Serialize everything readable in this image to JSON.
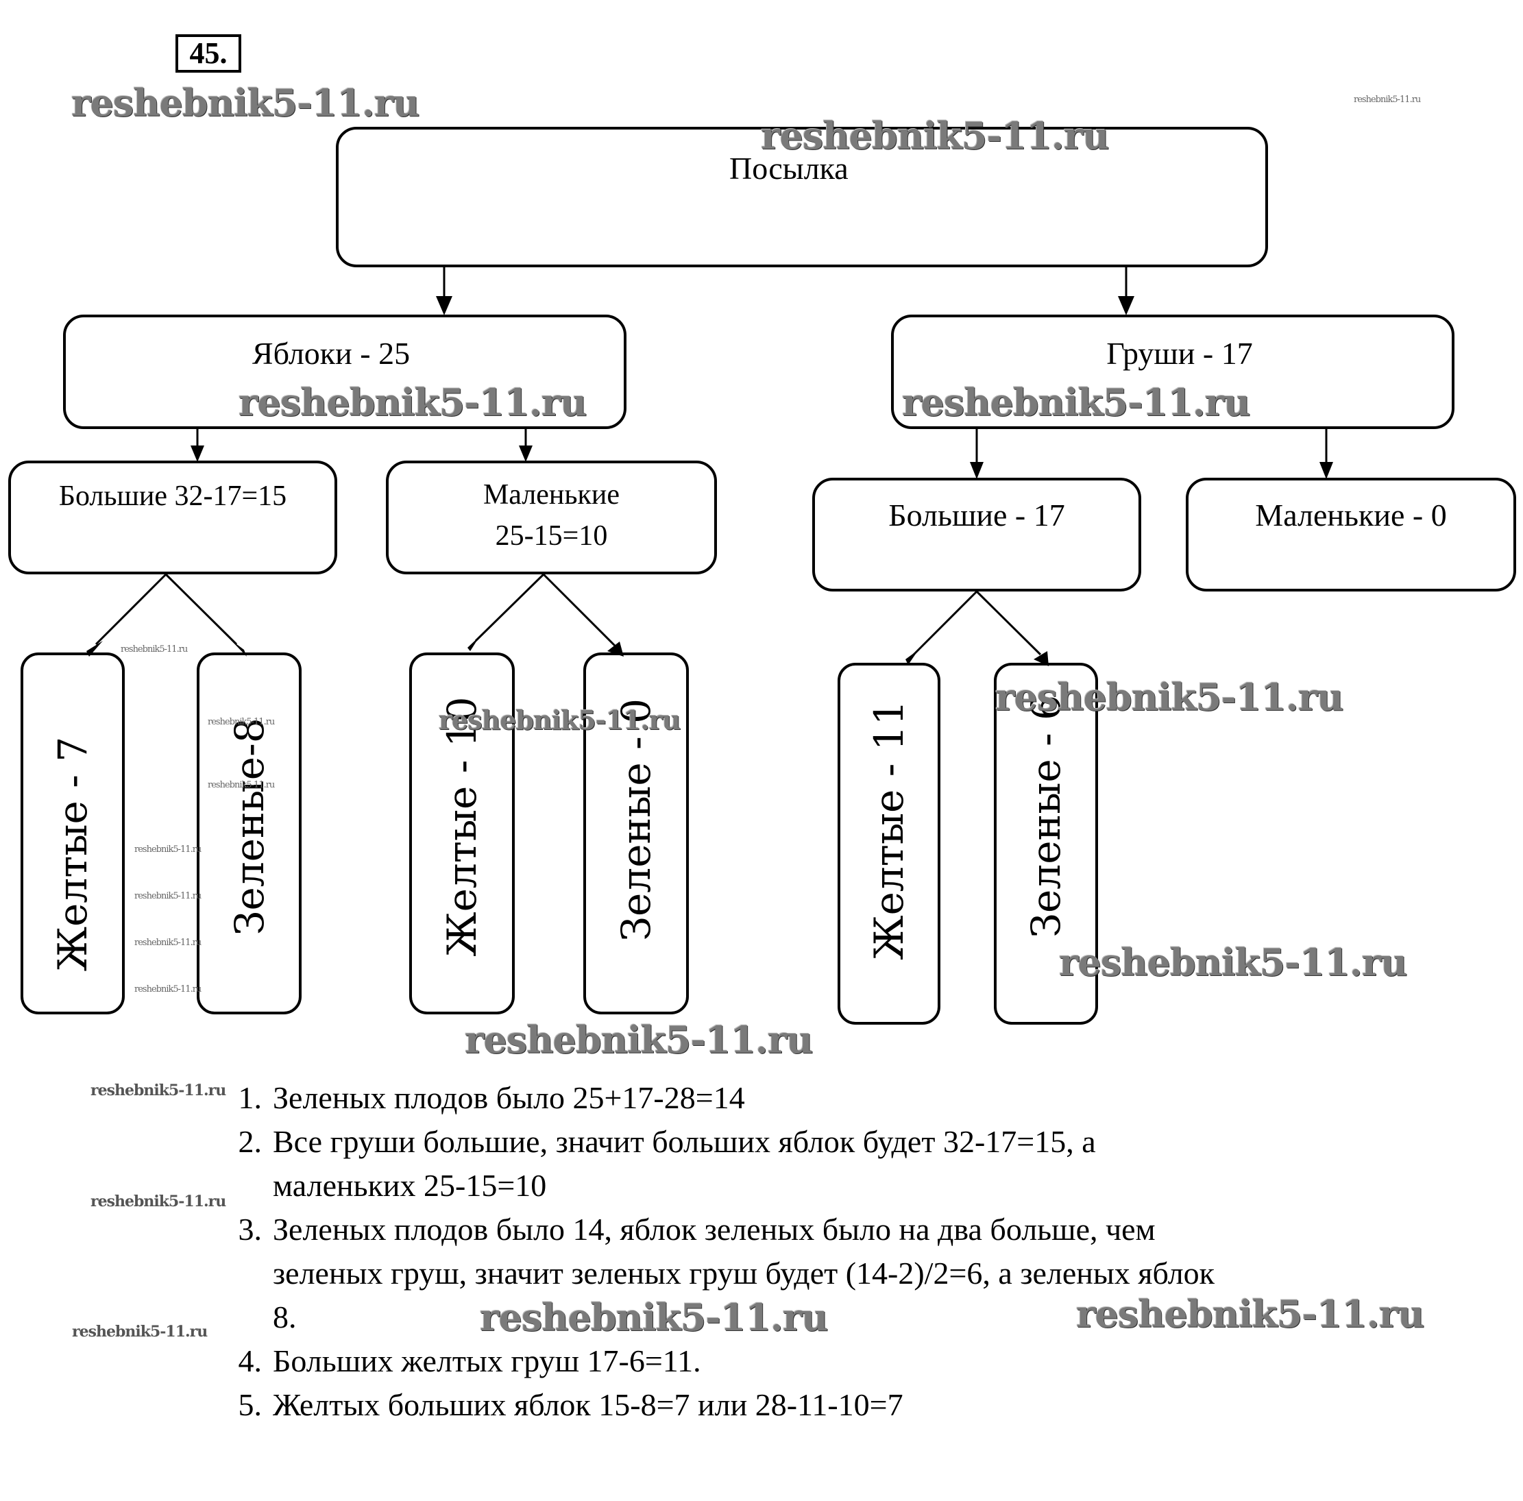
{
  "problem_number": "45.",
  "watermark": "reshebnik5-11.ru",
  "tree": {
    "root": {
      "label": "Посылка"
    },
    "level1": [
      {
        "label": "Яблоки - 25"
      },
      {
        "label": "Груши - 17"
      }
    ],
    "level2": [
      {
        "label": "Большие  32-17=15"
      },
      {
        "label_line1": "Маленькие",
        "label_line2": "25-15=10"
      },
      {
        "label": "Большие - 17"
      },
      {
        "label": "Маленькие - 0"
      }
    ],
    "leaves": [
      {
        "label": "Желтые - 7"
      },
      {
        "label": "Зеленые-8"
      },
      {
        "label": "Желтые - 10"
      },
      {
        "label": "Зеленые - 0"
      },
      {
        "label": "Желтые - 11"
      },
      {
        "label": "Зеленые - 6"
      }
    ]
  },
  "solution": [
    {
      "n": "1.",
      "lines": [
        "Зеленых плодов было 25+17-28=14"
      ]
    },
    {
      "n": "2.",
      "lines": [
        "Все груши большие, значит больших яблок будет 32-17=15, а",
        "маленьких 25-15=10"
      ]
    },
    {
      "n": "3.",
      "lines": [
        "Зеленых плодов было 14, яблок зеленых было на два больше, чем",
        "зеленых груш, значит зеленых груш будет (14-2)/2=6, а зеленых яблок",
        "8."
      ]
    },
    {
      "n": "4.",
      "lines": [
        "Больших желтых груш 17-6=11."
      ]
    },
    {
      "n": "5.",
      "lines": [
        "Желтых больших яблок 15-8=7 или 28-11-10=7"
      ]
    }
  ]
}
